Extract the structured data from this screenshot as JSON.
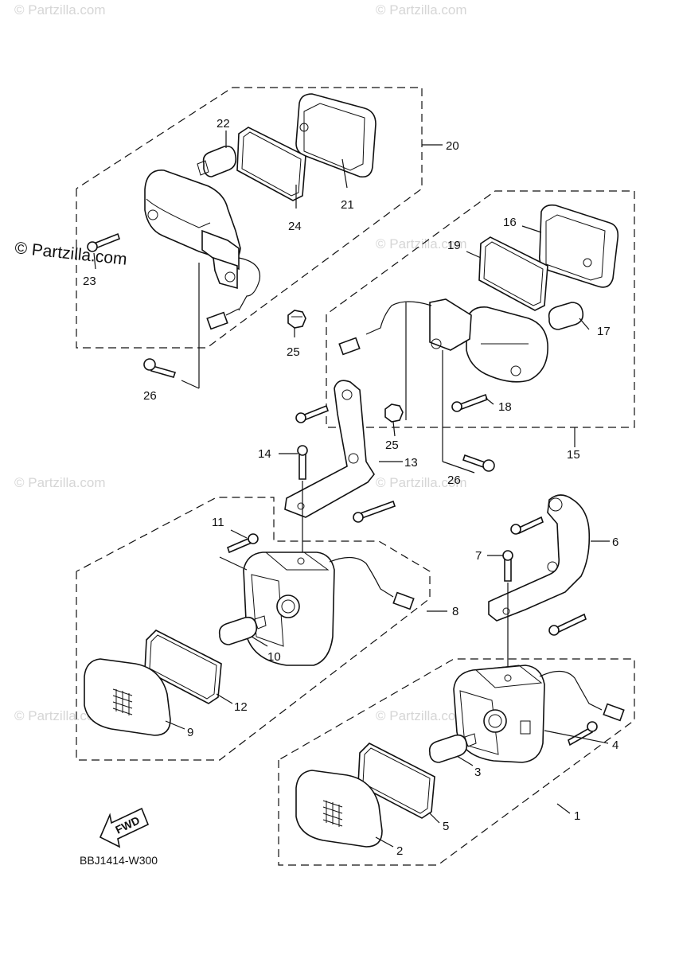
{
  "diagram": {
    "code_label": "BBJ1414-W300",
    "fwd_label": "FWD",
    "watermark_small": "© Partzilla.com",
    "watermark_large": "© Partzilla.com",
    "callouts": [
      "1",
      "2",
      "3",
      "4",
      "5",
      "6",
      "7",
      "8",
      "9",
      "10",
      "11",
      "12",
      "13",
      "14",
      "15",
      "16",
      "17",
      "18",
      "19",
      "20",
      "21",
      "22",
      "23",
      "24",
      "25",
      "25",
      "26",
      "26"
    ]
  }
}
